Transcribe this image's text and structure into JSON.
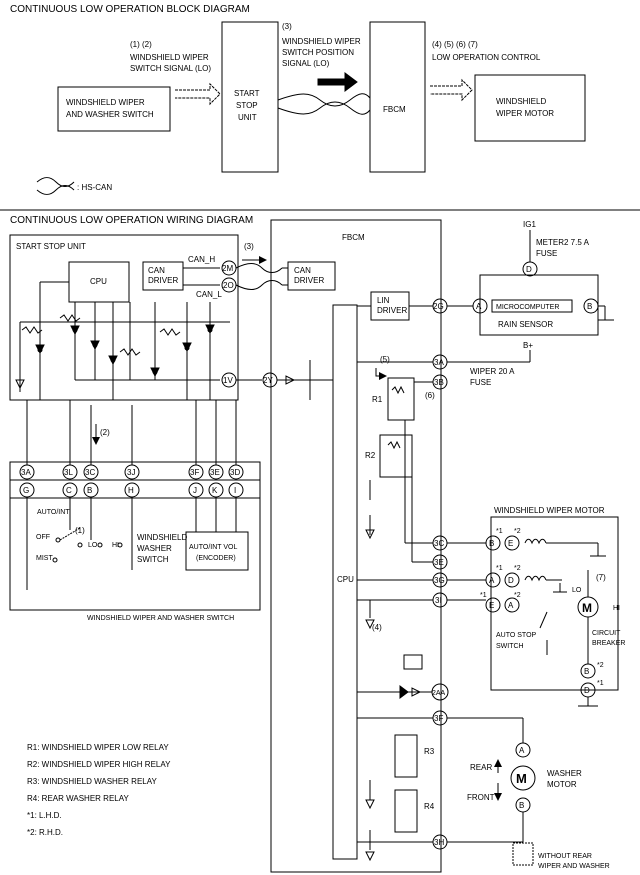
{
  "block": {
    "title": "CONTINUOUS LOW OPERATION BLOCK DIAGRAM",
    "switch_box": [
      "WINDSHIELD WIPER",
      "AND WASHER SWITCH"
    ],
    "start_stop": [
      "START",
      "STOP",
      "UNIT"
    ],
    "fbcm": "FBCM",
    "motor_box": [
      "WINDSHIELD",
      "WIPER MOTOR"
    ],
    "sig12_num": "(1) (2)",
    "sig12_lines": [
      "WINDSHIELD WIPER",
      "SWITCH SIGNAL (LO)"
    ],
    "sig3_num": "(3)",
    "sig3_lines": [
      "WINDSHIELD WIPER",
      "SWITCH POSITION",
      "SIGNAL (LO)"
    ],
    "sig47_num": "(4) (5) (6) (7)",
    "sig47_text": "LOW OPERATION CONTROL",
    "legend": ": HS-CAN"
  },
  "wiring": {
    "title": "CONTINUOUS LOW OPERATION WIRING DIAGRAM",
    "ssu_title": "START STOP UNIT",
    "cpu": "CPU",
    "can_driver": [
      "CAN",
      "DRIVER"
    ],
    "can_h": "CAN_H",
    "can_l": "CAN_L",
    "sig3": "(3)",
    "fbcm": "FBCM",
    "lin_driver": [
      "LIN",
      "DRIVER"
    ],
    "ig1": "IG1",
    "meter_fuse": [
      "METER2 7.5 A",
      "FUSE"
    ],
    "rain_sensor": "RAIN SENSOR",
    "microcomputer": "MICROCOMPUTER",
    "b_plus": "B+",
    "wiper_fuse": [
      "WIPER 20 A",
      "FUSE"
    ],
    "r1": "R1",
    "r2": "R2",
    "r3": "R3",
    "r4": "R4",
    "sig2": "(2)",
    "sig1": "(1)",
    "sig4": "(4)",
    "sig5": "(5)",
    "sig6": "(6)",
    "sig7": "(7)",
    "auto_int": "AUTO/INT",
    "off": "OFF",
    "lo": "LO",
    "hi": "HI",
    "mist": "MIST",
    "washer_switch": [
      "WINDSHIELD",
      "WASHER",
      "SWITCH"
    ],
    "encoder": [
      "AUTO/INT VOL",
      "(ENCODER)"
    ],
    "switch_caption": "WINDSHIELD WIPER AND WASHER SWITCH",
    "motor_title": "WINDSHIELD WIPER MOTOR",
    "auto_stop": [
      "AUTO STOP",
      "SWITCH"
    ],
    "circuit_breaker": [
      "CIRCUIT",
      "BREAKER"
    ],
    "star1": "*1",
    "star2": "*2",
    "lo_m": "LO",
    "hi_m": "HI",
    "washer_motor": [
      "WASHER",
      "MOTOR"
    ],
    "rear": "REAR",
    "front": "FRONT",
    "without_rear": [
      "WITHOUT REAR",
      "WIPER AND WASHER"
    ],
    "motor_symbol": "M",
    "legend": [
      "R1: WINDSHIELD WIPER LOW RELAY",
      "R2: WINDSHIELD WIPER HIGH RELAY",
      "R3: WINDSHIELD WASHER RELAY",
      "R4: REAR WASHER RELAY",
      "*1: L.H.D.",
      "*2: R.H.D."
    ]
  },
  "connectors": {
    "c2M": "2M",
    "c2O": "2O",
    "c1V": "1V",
    "c2Y": "2Y",
    "c2G": "2G",
    "c3A": "3A",
    "c3B": "3B",
    "c3C": "3C",
    "c3E": "3E",
    "c3G": "3G",
    "c3I": "3I",
    "c2AA": "2AA",
    "c3F": "3F",
    "c3H": "3H",
    "s3A": "3A",
    "s3L": "3L",
    "s3C": "3C",
    "s3J": "3J",
    "s3F": "3F",
    "s3E": "3E",
    "s3D": "3D",
    "pG": "G",
    "pC": "C",
    "pB": "B",
    "pH": "H",
    "pJ": "J",
    "pK": "K",
    "pI": "I",
    "rsA": "A",
    "rsB": "B",
    "rsD": "D",
    "wmB1": "B",
    "wmE1": "E",
    "wmA1": "A",
    "wmD1": "D",
    "wmE2": "E",
    "wmA2": "A",
    "wmB2": "B",
    "wmD2": "D",
    "waA": "A",
    "waB": "B"
  }
}
